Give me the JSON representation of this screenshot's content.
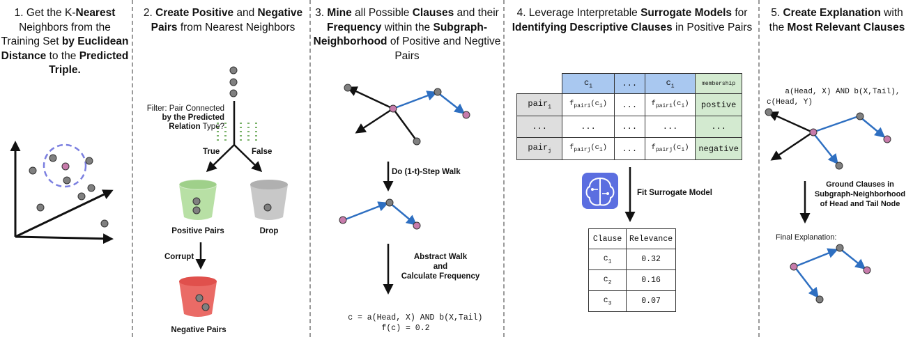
{
  "colors": {
    "node_gray": "#808080",
    "node_purple": "#c77bab",
    "edge_blue": "#2e6fc1",
    "edge_black": "#111111",
    "bucket_green": "#b8e0a5",
    "bucket_gray": "#c8c8c8",
    "bucket_red": "#ea6b66",
    "circle_dash": "#7b7fe0",
    "table_blue": "#a9c8f0",
    "table_green": "#d3ead0",
    "table_gray": "#dedede",
    "dots_green": "#7bb36a"
  },
  "panel1": {
    "title": {
      "pre": "1. Get the K-",
      "b1": "Nearest",
      "mid1": " Neighbors from the Training Set ",
      "b2": "by Euclidean Distance",
      "mid2": " to the ",
      "b3": "Predicted Triple."
    }
  },
  "panel2": {
    "title": {
      "pre": "2. ",
      "b1": "Create Positive",
      "mid1": " and ",
      "b2": "Negative Pairs",
      "post": " from Nearest Neighbors"
    },
    "filter_label": {
      "line1": "Filter: Pair Connected",
      "line2b": "by the Predicted",
      "line3b": "Relation",
      "line3": " Type?"
    },
    "true_label": "True",
    "false_label": "False",
    "positive_label": "Positive Pairs",
    "drop_label": "Drop",
    "corrupt_label": "Corrupt",
    "negative_label": "Negative Pairs"
  },
  "panel3": {
    "title": {
      "pre": "3. ",
      "b1": "Mine",
      "mid1": " all Possible ",
      "b2": "Clauses",
      "mid2": " and their ",
      "b3": "Frequency",
      "mid3": " within the ",
      "b4": "Subgraph-Neighborhood",
      "post": " of Positive and Negtive Pairs"
    },
    "walk_label": "Do (1-t)-Step Walk",
    "abstract_label": {
      "line1": "Abstract Walk",
      "line2": "and",
      "line3": "Calculate Frequency"
    },
    "clause_line": "c = a(Head, X) AND b(X,Tail)",
    "freq_line": "f(c) = 0.2"
  },
  "panel4": {
    "title": {
      "pre": "4. Leverage Interpretable ",
      "b1": "Surrogate Models",
      "mid1": " for ",
      "b2": "Identifying Descriptive Clauses",
      "post": " in Positive  Pairs"
    },
    "table": {
      "header": [
        "c",
        "...",
        "c",
        "membership"
      ],
      "header_sub": [
        "1",
        "",
        "i",
        ""
      ],
      "rows": [
        {
          "pair": "pair",
          "pair_sub": "1",
          "f1": "f",
          "f1_sub": "pair1",
          "f1_arg": "(c",
          "f1_arg_sub": "1",
          "dots": "...",
          "fi": "f",
          "fi_sub": "pair1",
          "fi_arg": "(c",
          "fi_arg_sub": "i",
          "membership": "postive"
        },
        {
          "pair": "...",
          "pair_sub": "",
          "f1": "...",
          "f1_sub": "",
          "f1_arg": "",
          "f1_arg_sub": "",
          "dots": "...",
          "fi": "...",
          "fi_sub": "",
          "fi_arg": "",
          "fi_arg_sub": "",
          "membership": "..."
        },
        {
          "pair": "pair",
          "pair_sub": "j",
          "f1": "f",
          "f1_sub": "pairj",
          "f1_arg": "(c",
          "f1_arg_sub": "1",
          "dots": "...",
          "fi": "f",
          "fi_sub": "pairj",
          "fi_arg": "(c",
          "fi_arg_sub": "i",
          "membership": "negative"
        }
      ]
    },
    "fit_label": "Fit Surrogate Model",
    "relevance": {
      "header": [
        "Clause",
        "Relevance"
      ],
      "rows": [
        {
          "clause": "c",
          "sub": "1",
          "value": "0.32"
        },
        {
          "clause": "c",
          "sub": "2",
          "value": "0.16"
        },
        {
          "clause": "c",
          "sub": "3",
          "value": "0.07"
        }
      ]
    }
  },
  "panel5": {
    "title": {
      "pre": "5. ",
      "b1": "Create Explanation",
      "mid1": " with the ",
      "b2": "Most Relevant Clauses"
    },
    "clause_line1": "a(Head, X) AND b(X,Tail),",
    "clause_line2": "c(Head, Y)",
    "ground_label": {
      "line1": "Ground Clauses in",
      "line2": "Subgraph-Neighborhood",
      "line3": "of Head and Tail Node"
    },
    "final_label": "Final Explanation:"
  }
}
